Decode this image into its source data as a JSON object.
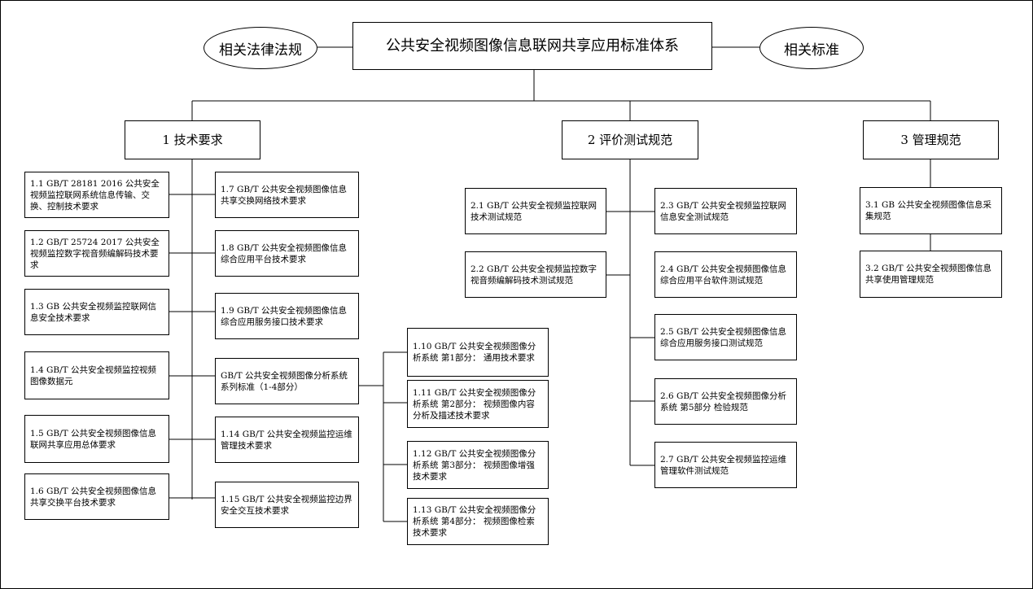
{
  "root": "公共安全视频图像信息联网共享应用标准体系",
  "left_oval": "相关法律法规",
  "right_oval": "相关标准",
  "categories": {
    "tech": "1 技术要求",
    "eval": "2 评价测试规范",
    "mgmt": "3 管理规范"
  },
  "tech_left": [
    "1.1 GB/T 28181 2016 公共安全视频监控联网系统信息传输、交换、控制技术要求",
    "1.2 GB/T 25724 2017 公共安全视频监控数字视音频编解码技术要求",
    "1.3 GB 公共安全视频监控联网信息安全技术要求",
    "1.4 GB/T 公共安全视频监控视频图像数据元",
    "1.5 GB/T 公共安全视频图像信息联网共享应用总体要求",
    "1.6 GB/T 公共安全视频图像信息共享交换平台技术要求"
  ],
  "tech_mid": [
    "1.7 GB/T 公共安全视频图像信息共享交换网络技术要求",
    "1.8 GB/T 公共安全视频图像信息综合应用平台技术要求",
    "1.9 GB/T 公共安全视频图像信息综合应用服务接口技术要求",
    "GB/T 公共安全视频图像分析系统系列标准（1-4部分）",
    "1.14 GB/T 公共安全视频监控运维管理技术要求",
    "1.15 GB/T 公共安全视频监控边界安全交互技术要求"
  ],
  "tech_analysis": [
    "1.10 GB/T 公共安全视频图像分析系统 第1部分： 通用技术要求",
    "1.11 GB/T 公共安全视频图像分析系统 第2部分： 视频图像内容分析及描述技术要求",
    "1.12 GB/T 公共安全视频图像分析系统 第3部分： 视频图像增强技术要求",
    "1.13 GB/T 公共安全视频图像分析系统 第4部分： 视频图像检索技术要求"
  ],
  "eval_left": [
    "2.1 GB/T 公共安全视频监控联网技术测试规范",
    "2.2 GB/T 公共安全视频监控数字视音频编解码技术测试规范"
  ],
  "eval_right": [
    "2.3 GB/T 公共安全视频监控联网信息安全测试规范",
    "2.4 GB/T 公共安全视频图像信息综合应用平台软件测试规范",
    "2.5 GB/T 公共安全视频图像信息综合应用服务接口测试规范",
    "2.6 GB/T 公共安全视频图像分析系统 第5部分 检验规范",
    "2.7 GB/T 公共安全视频监控运维管理软件测试规范"
  ],
  "mgmt": [
    "3.1 GB 公共安全视频图像信息采集规范",
    "3.2 GB/T 公共安全视频图像信息共享使用管理规范"
  ]
}
